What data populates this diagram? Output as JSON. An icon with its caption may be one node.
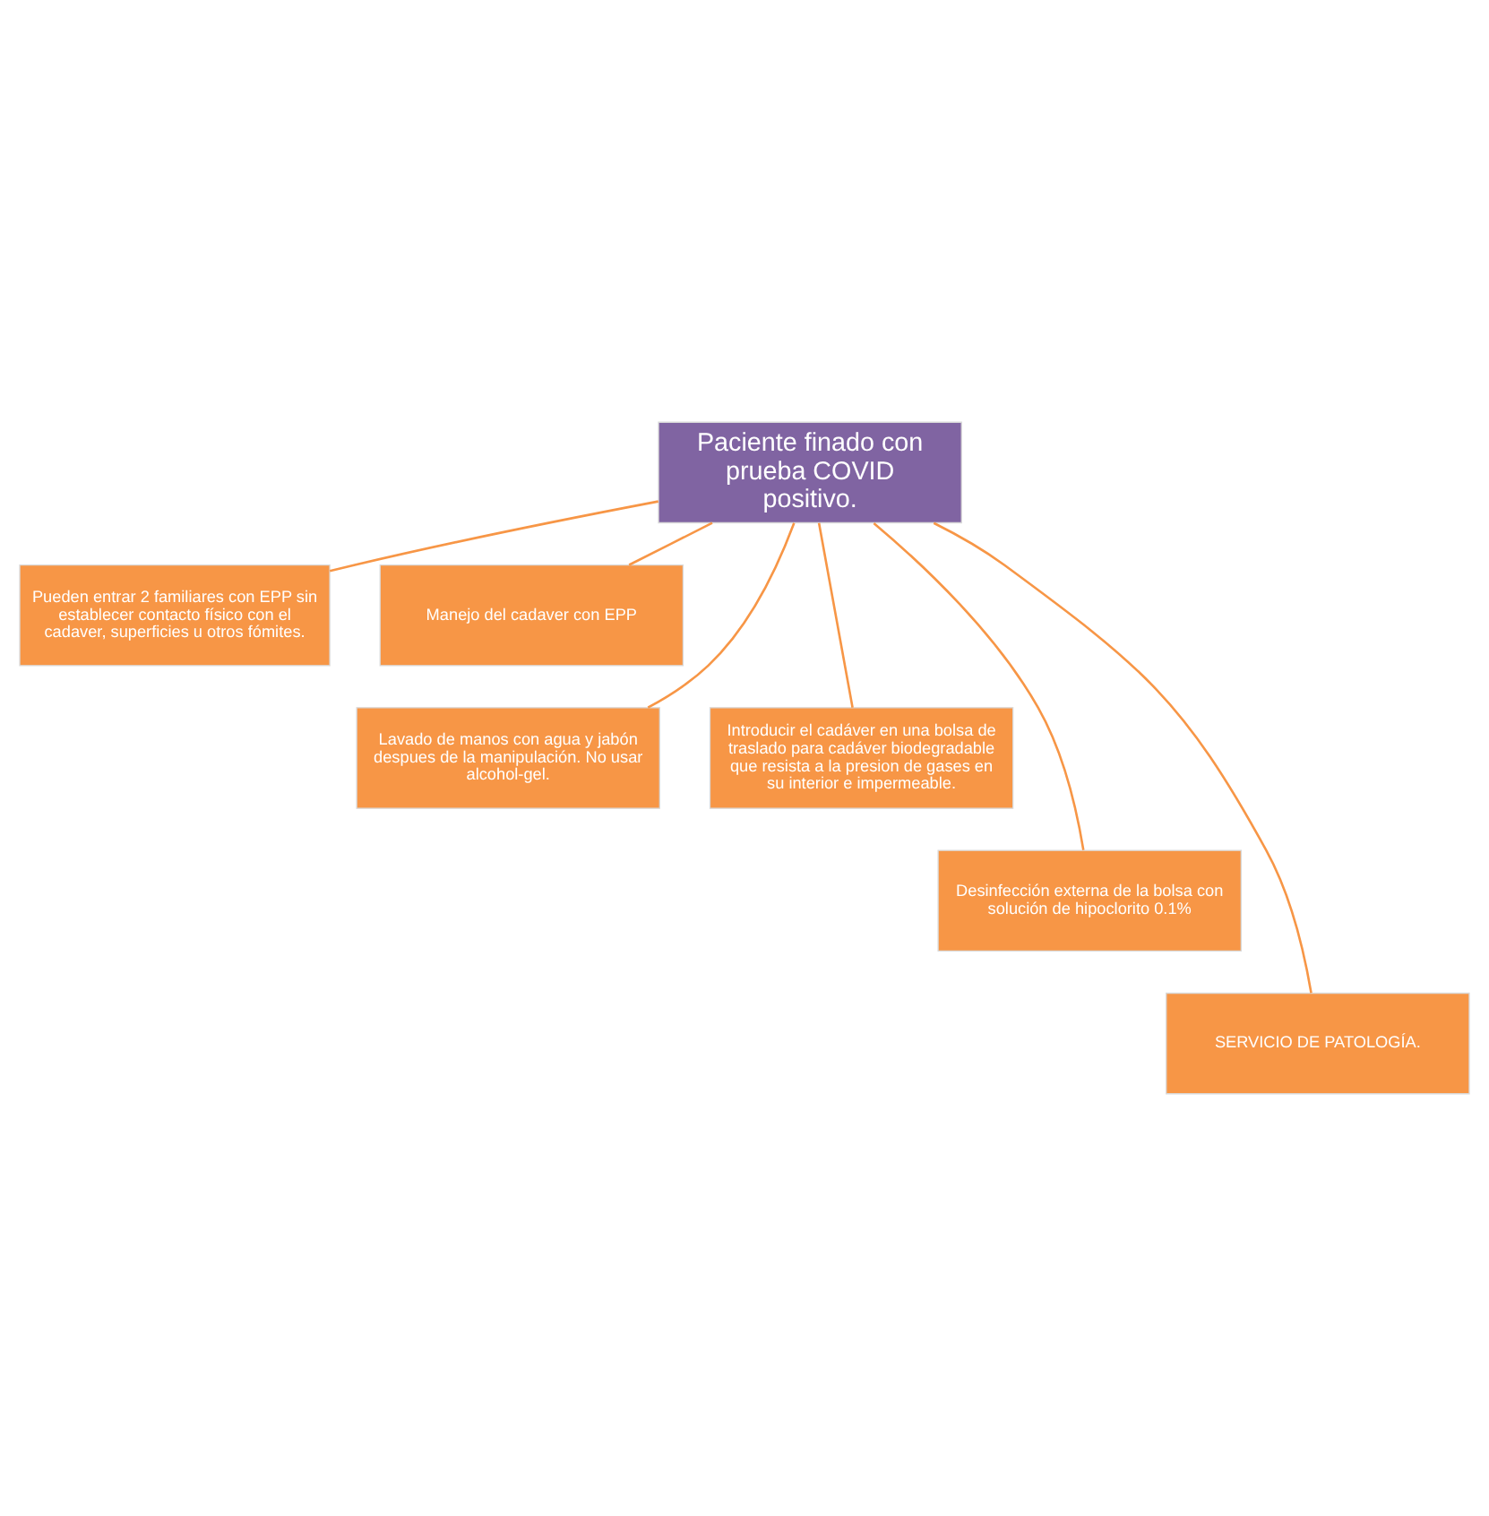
{
  "diagram": {
    "nodes": [
      {
        "text": [
          "Paciente finado con prueba COVID positivo."
        ]
      },
      {
        "text": [
          "Pueden entrar 2 familiares con EPP sin establecer contacto físico con el cadaver, superficies u otros fómites."
        ]
      },
      {
        "text": [
          "Manejo del cadaver con EPP"
        ]
      },
      {
        "text": [
          "Lavado de manos con agua y jabón despues de la manipulación. No usar alcohol-gel."
        ]
      },
      {
        "text": [
          "Introducir el cadáver en una bolsa de traslado para cadáver biodegradable que resista a la presion de gases en su interior e impermeable."
        ]
      },
      {
        "text": [
          "Desinfección externa de la bolsa con solución de hipoclorito 0.1%"
        ]
      },
      {
        "text": [
          "SERVICIO DE PATOLOGÍA."
        ]
      }
    ],
    "edges": [
      {
        "from": 0,
        "to": 1,
        "arrow": "none"
      },
      {
        "from": 0,
        "to": 2,
        "arrow": "none"
      },
      {
        "from": 0,
        "to": 3,
        "arrow": "none"
      },
      {
        "from": 0,
        "to": 4,
        "arrow": "none"
      },
      {
        "from": 0,
        "to": 5,
        "arrow": "none"
      },
      {
        "from": 0,
        "to": 6,
        "arrow": "none"
      }
    ]
  }
}
